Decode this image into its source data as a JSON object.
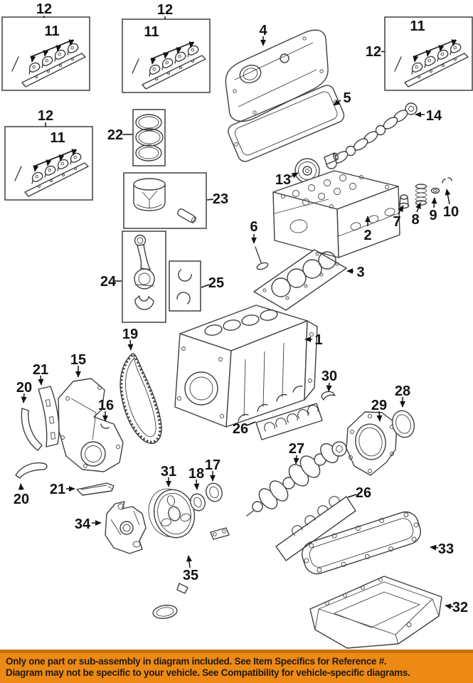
{
  "colors": {
    "background": "#FFFFFF",
    "line_art": "#3F3F3F",
    "callout_text": "#121212",
    "banner_background": "#EC8A15",
    "banner_top_edge": "#C9720D",
    "banner_text": "#23190F"
  },
  "diagram": {
    "callouts": [
      {
        "id": "12-top-left",
        "label": "12"
      },
      {
        "id": "11-top-left",
        "label": "11"
      },
      {
        "id": "12-top-center",
        "label": "12"
      },
      {
        "id": "11-top-center",
        "label": "11"
      },
      {
        "id": "12-mid-left",
        "label": "12"
      },
      {
        "id": "11-mid-left",
        "label": "11"
      },
      {
        "id": "12-top-right",
        "label": "12"
      },
      {
        "id": "11-top-right",
        "label": "11"
      },
      {
        "id": "4",
        "label": "4"
      },
      {
        "id": "5",
        "label": "5"
      },
      {
        "id": "14",
        "label": "14"
      },
      {
        "id": "13",
        "label": "13"
      },
      {
        "id": "22",
        "label": "22"
      },
      {
        "id": "23",
        "label": "23"
      },
      {
        "id": "6",
        "label": "6"
      },
      {
        "id": "2",
        "label": "2"
      },
      {
        "id": "7",
        "label": "7"
      },
      {
        "id": "8",
        "label": "8"
      },
      {
        "id": "9",
        "label": "9"
      },
      {
        "id": "10",
        "label": "10"
      },
      {
        "id": "3",
        "label": "3"
      },
      {
        "id": "24",
        "label": "24"
      },
      {
        "id": "25",
        "label": "25"
      },
      {
        "id": "19",
        "label": "19"
      },
      {
        "id": "1",
        "label": "1"
      },
      {
        "id": "30",
        "label": "30"
      },
      {
        "id": "26-upper",
        "label": "26"
      },
      {
        "id": "27",
        "label": "27"
      },
      {
        "id": "15",
        "label": "15"
      },
      {
        "id": "21-upper",
        "label": "21"
      },
      {
        "id": "20-upper",
        "label": "20"
      },
      {
        "id": "16",
        "label": "16"
      },
      {
        "id": "20-lower",
        "label": "20"
      },
      {
        "id": "21-lower",
        "label": "21"
      },
      {
        "id": "34",
        "label": "34"
      },
      {
        "id": "31",
        "label": "31"
      },
      {
        "id": "18",
        "label": "18"
      },
      {
        "id": "17",
        "label": "17"
      },
      {
        "id": "35",
        "label": "35"
      },
      {
        "id": "29",
        "label": "29"
      },
      {
        "id": "28",
        "label": "28"
      },
      {
        "id": "26-lower",
        "label": "26"
      },
      {
        "id": "33",
        "label": "33"
      },
      {
        "id": "32",
        "label": "32"
      }
    ]
  },
  "footer": {
    "line1": "Only one part or sub-assembly in diagram included. See Item Specifics for Reference #.",
    "line2": "Diagram may not be specific to your vehicle. See Compatibility for vehicle-specific diagrams."
  }
}
